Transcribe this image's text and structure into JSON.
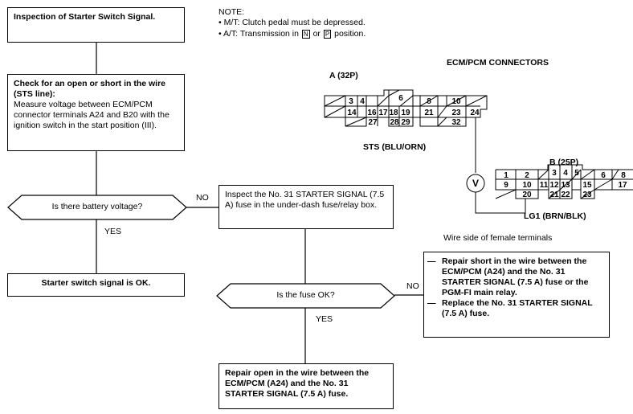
{
  "flow": {
    "start": "Inspection of Starter Switch Signal.",
    "check_title": "Check for an open or short in the wire (STS line):",
    "check_body": "Measure voltage between ECM/PCM connector terminals A24 and B20 with the ignition switch in the start position (III).",
    "q1": "Is there battery voltage?",
    "q1_yes": "YES",
    "q1_no": "NO",
    "ok": "Starter switch signal is OK.",
    "inspect": "Inspect the No. 31 STARTER SIGNAL (7.5 A) fuse in the under-dash fuse/relay box.",
    "q2": "Is the fuse OK?",
    "q2_yes": "YES",
    "q2_no": "NO",
    "repair_open": "Repair open in the wire between the ECM/PCM (A24) and the No. 31 STARTER SIGNAL (7.5 A) fuse.",
    "repair_short_1": "Repair short in the wire between the ECM/PCM (A24) and the No. 31 STARTER SIGNAL (7.5 A) fuse or the PGM-FI main relay.",
    "repair_short_2": "Replace the No. 31 STARTER SIGNAL (7.5 A) fuse.",
    "dash": "—"
  },
  "note": {
    "title": "NOTE:",
    "line1": "• M/T: Clutch pedal must be depressed.",
    "line2_prefix": "• A/T:  Transmission in",
    "key_n": "N",
    "or": "or",
    "key_p": "P",
    "line2_suffix": "position."
  },
  "diagram": {
    "title": "ECM/PCM CONNECTORS",
    "conn_a": "A (32P)",
    "conn_b": "B (25P)",
    "sts": "STS (BLU/ORN)",
    "lg1": "LG1 (BRN/BLK)",
    "wire_side": "Wire side of female terminals",
    "meter": "V",
    "a_cells": [
      "3",
      "4",
      "6",
      "8",
      "10",
      "14",
      "16",
      "17",
      "18",
      "19",
      "21",
      "23",
      "24",
      "27",
      "28",
      "29",
      "32"
    ],
    "b_cells": [
      "1",
      "2",
      "3",
      "4",
      "5",
      "6",
      "8",
      "9",
      "10",
      "11",
      "12",
      "13",
      "15",
      "17",
      "20",
      "21",
      "22",
      "23"
    ]
  }
}
